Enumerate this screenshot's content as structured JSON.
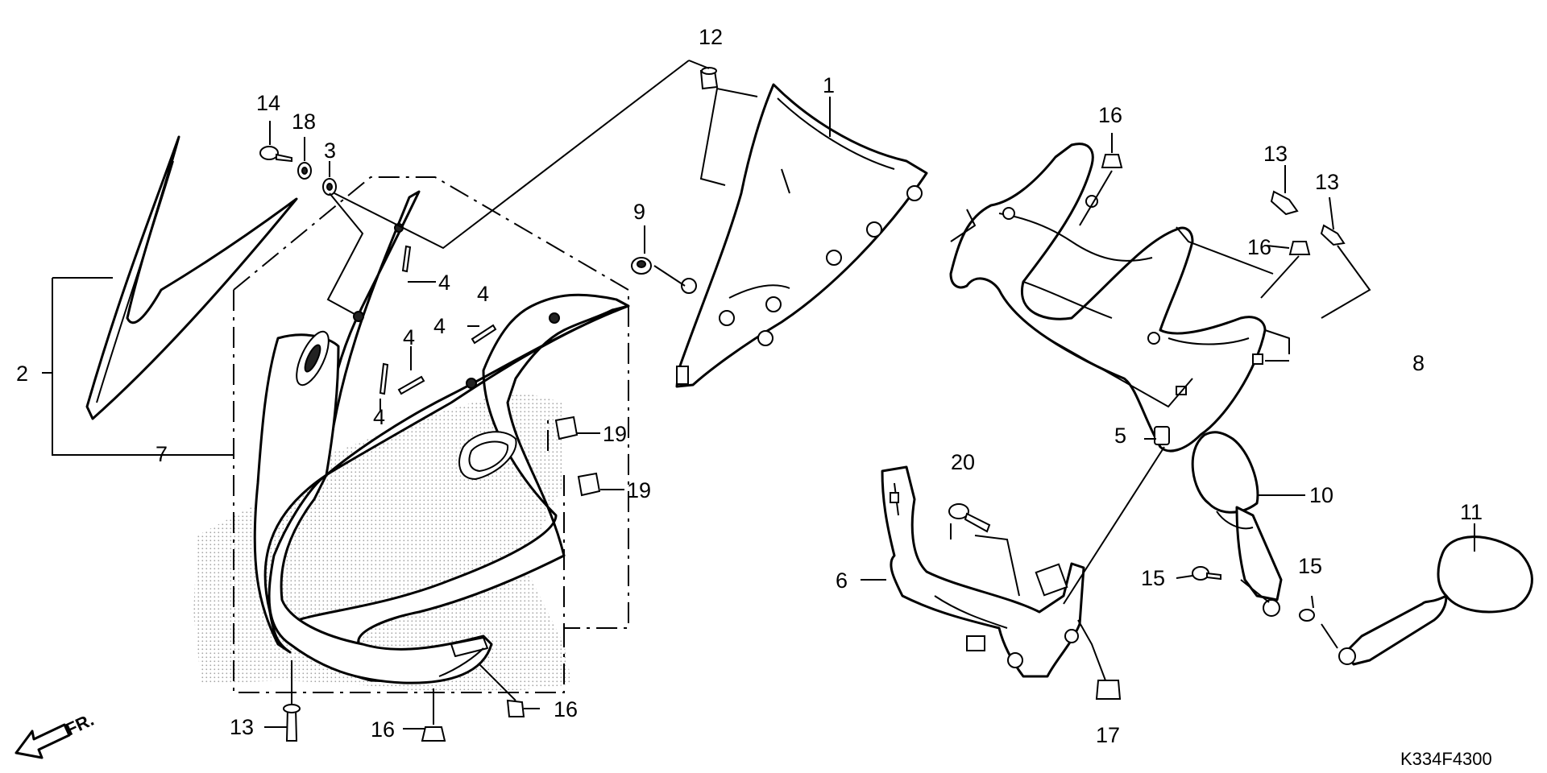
{
  "diagram_code": "K334F4300",
  "direction_label": "FR.",
  "callouts": [
    "1",
    "2",
    "3",
    "4",
    "4",
    "4",
    "4",
    "4",
    "5",
    "6",
    "7",
    "8",
    "9",
    "10",
    "11",
    "12",
    "13",
    "13",
    "13",
    "14",
    "15",
    "15",
    "16",
    "16",
    "16",
    "16",
    "17",
    "18",
    "19",
    "19",
    "20"
  ],
  "colors": {
    "ink": "#000000",
    "paper": "#ffffff",
    "stipple": "#9a9a9a"
  },
  "icons": [
    "front-direction-arrow-icon"
  ]
}
